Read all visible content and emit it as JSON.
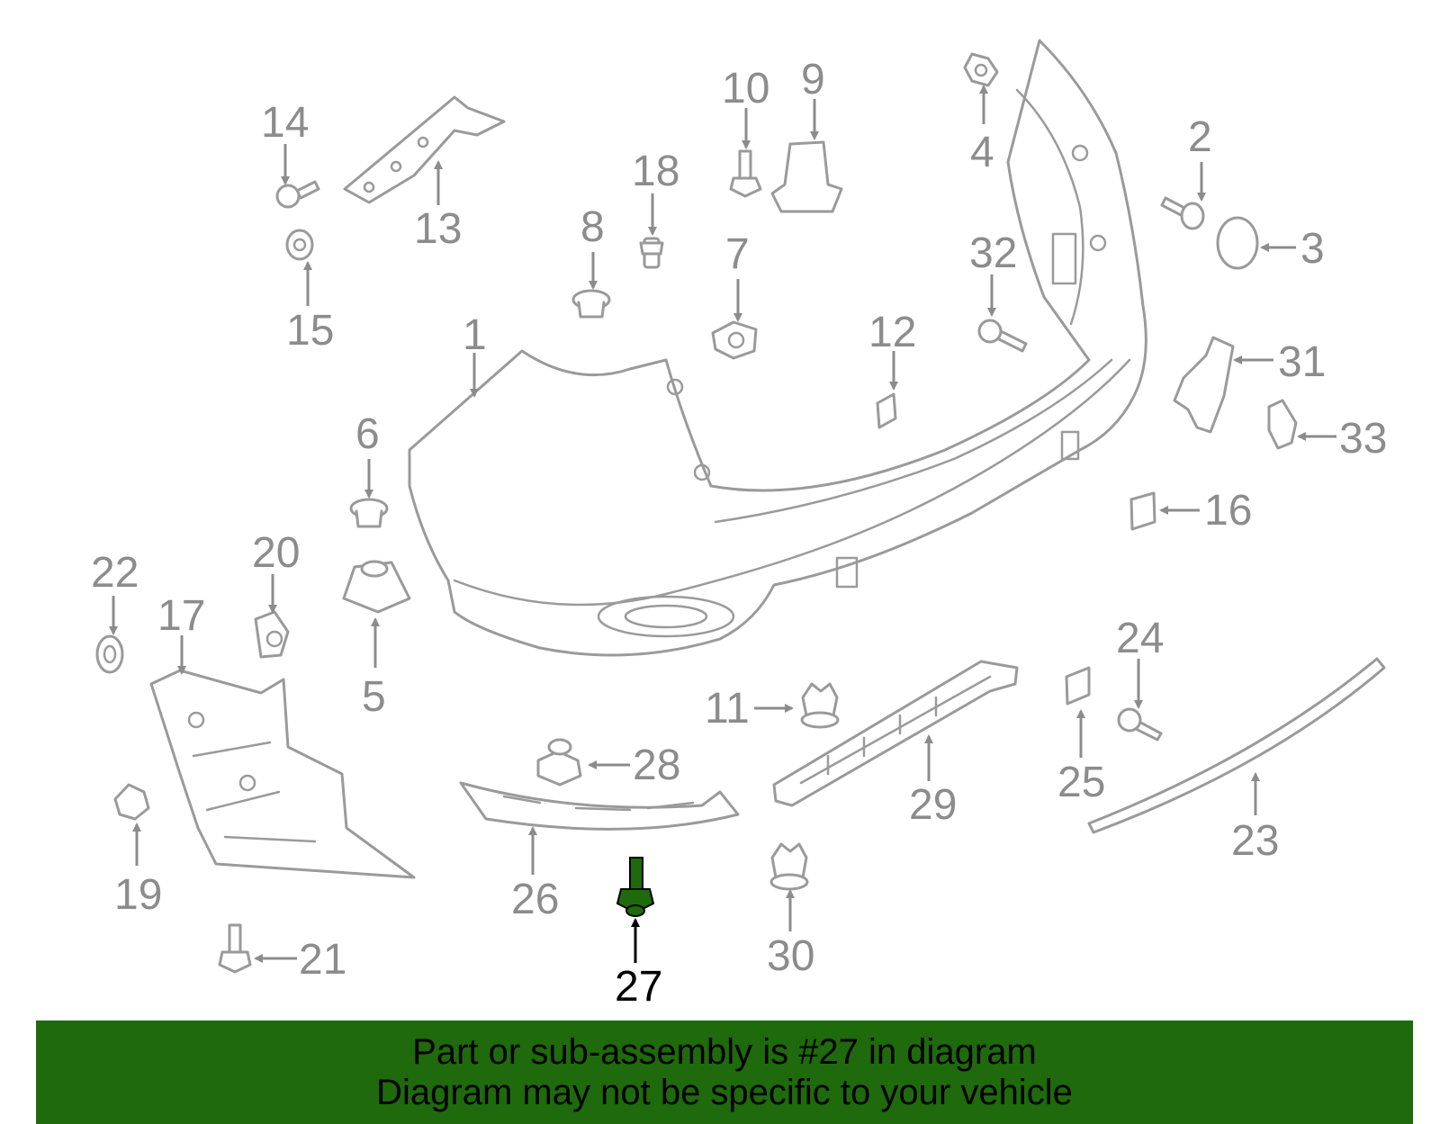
{
  "diagram": {
    "highlight_color": "#1e6a0c",
    "callout_color": "#8c8c8c",
    "highlighted_part": "27",
    "callouts": [
      "1",
      "2",
      "3",
      "4",
      "5",
      "6",
      "7",
      "8",
      "9",
      "10",
      "11",
      "12",
      "13",
      "14",
      "15",
      "16",
      "17",
      "18",
      "19",
      "20",
      "21",
      "22",
      "23",
      "24",
      "25",
      "26",
      "27",
      "28",
      "29",
      "30",
      "31",
      "32",
      "33"
    ]
  },
  "footer": {
    "line1": "Part or sub-assembly is #27 in diagram",
    "line2": "Diagram may not be specific to your vehicle"
  }
}
